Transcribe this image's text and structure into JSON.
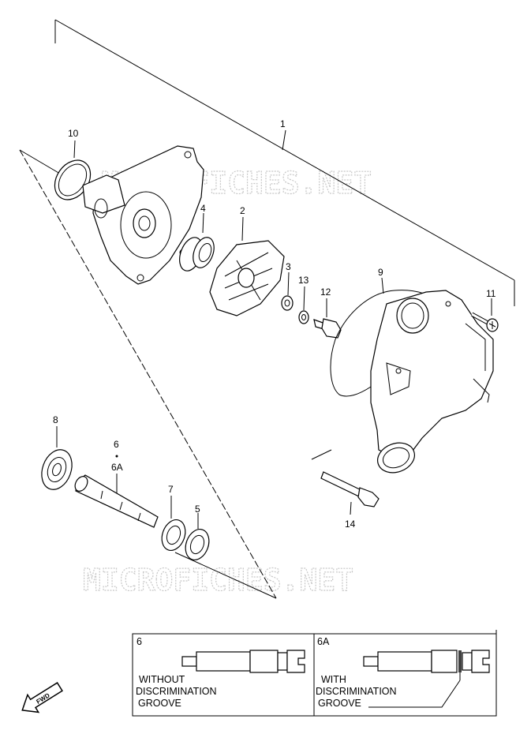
{
  "diagram": {
    "callouts": {
      "p1": "1",
      "p2": "2",
      "p3": "3",
      "p4": "4",
      "p5": "5",
      "p6": "6",
      "p6a": "6A",
      "p7": "7",
      "p8": "8",
      "p9": "9",
      "p10": "10",
      "p11": "11",
      "p12": "12",
      "p13": "13",
      "p14": "14"
    },
    "watermark": "MICROFICHES.NET",
    "fwd_label": "FWD",
    "detail_box": {
      "left": {
        "tag": "6",
        "line1": "WITHOUT",
        "line2": "DISCRIMINATION",
        "line3": "GROOVE"
      },
      "right": {
        "tag": "6A",
        "line1": "WITH",
        "line2": "DISCRIMINATION",
        "line3": "GROOVE"
      }
    }
  }
}
